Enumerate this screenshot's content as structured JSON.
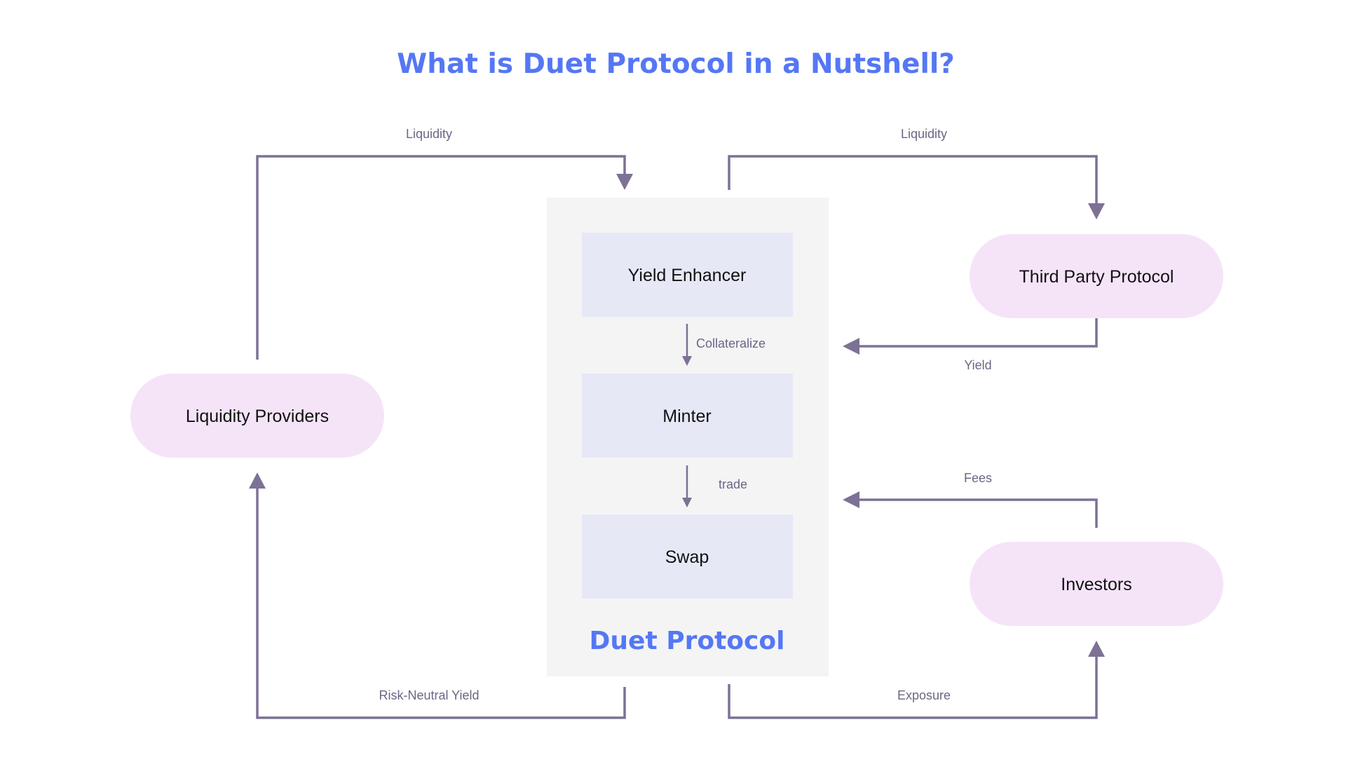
{
  "title": "What is Duet Protocol in a Nutshell?",
  "group": {
    "label": "Duet Protocol"
  },
  "modules": {
    "yield_enhancer": "Yield Enhancer",
    "minter": "Minter",
    "swap": "Swap"
  },
  "actors": {
    "liquidity_providers": "Liquidity Providers",
    "third_party": "Third Party Protocol",
    "investors": "Investors"
  },
  "edges": {
    "lp_liquidity": "Liquidity",
    "third_party_liquidity": "Liquidity",
    "yield": "Yield",
    "fees": "Fees",
    "risk_neutral_yield": "Risk-Neutral Yield",
    "exposure": "Exposure",
    "collateralize": "Collateralize",
    "trade": "trade"
  },
  "colors": {
    "accent": "#5577f5",
    "arrow": "#7d7195",
    "module_fill": "#e6e8f6",
    "actor_fill": "#f5e4f8",
    "group_fill": "#f4f4f5"
  }
}
